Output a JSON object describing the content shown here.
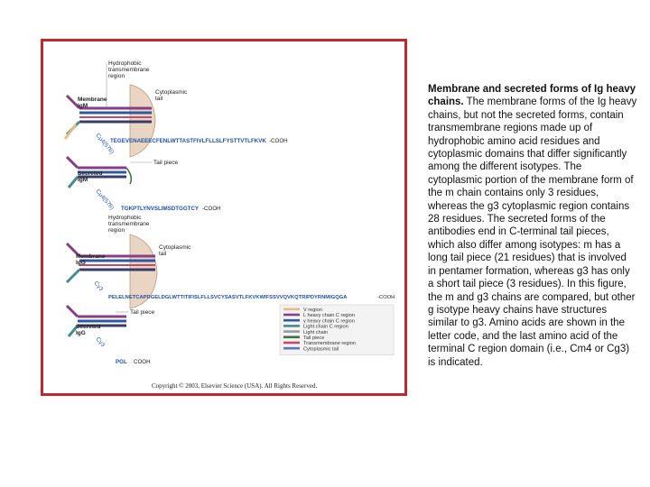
{
  "caption": {
    "title": "Membrane and secreted forms of Ig heavy chains.",
    "body": " The membrane forms of the Ig heavy chains, but not the secreted forms, contain transmembrane regions made up of hydrophobic amino acid residues and cytoplasmic domains that differ significantly among the different isotypes. The cytoplasmic portion of the membrane form of the m chain contains only 3 residues, whereas the g3 cytoplasmic region contains 28 residues. The secreted forms of the antibodies end in C-terminal tail pieces, which also differ among isotypes: m has a long tail piece (21 residues) that is involved in pentamer formation, whereas g3 has only a short tail piece (3 residues). In this figure, the m and g3 chains are compared, but other g isotype heavy chains have structures similar to g3. Amino acids are shown in the letter code, and the last amino acid of the terminal C region domain (i.e., Cm4 or Cg3) is indicated."
  },
  "figure": {
    "copyright": "Copyright © 2003, Elsevier Science (USA). All Rights Reserved.",
    "panel1": {
      "label1": "Membrane",
      "label2": "IgM",
      "top1": "Hydrophobic",
      "top2": "transmembrane",
      "top3": "region",
      "cyto1": "Cytoplasmic",
      "cyto2": "tail",
      "domain": "Cμ4(576)",
      "seq": "TEGEVENAEEECFENLWTTASTFIVLFLLSLFYSTTVTLFKVK",
      "cooh": "-COOH"
    },
    "panel2": {
      "label1": "Secreted",
      "label2": "IgM",
      "tail": "Tail piece",
      "domain": "Cμ4(576)",
      "seq": "TGKPTLYNVSLIMSDTGGTCY",
      "cooh": "-COOH"
    },
    "panel3": {
      "label1": "Membrane",
      "label2": "IgG",
      "top1": "Hydrophobic",
      "top2": "transmembrane",
      "top3": "region",
      "cyto1": "Cytoplasmic",
      "cyto2": "tail",
      "domain": "Cγ3",
      "seq1": "PELELNETCAPDGELDGLWTTITIFISLFLLSVCYSASVTLFKVKWIFSSVVQVKQTRIPDYRNMIGQGA",
      "cooh": "-COOH"
    },
    "panel4": {
      "label1": "Secreted",
      "label2": "IgG",
      "tail": "Tail piece",
      "domain": "Cγ3",
      "seq": "PGL",
      "cooh": "COOH"
    },
    "legend": [
      {
        "label": "V region",
        "color": "#e7b98d"
      },
      {
        "label": "L heavy chain C region",
        "color": "#8a3d86"
      },
      {
        "label": "γ heavy chain C region",
        "color": "#2c5aa0"
      },
      {
        "label": "Light chain C region",
        "color": "#4a8a8a"
      },
      {
        "label": "Light chain",
        "color": "#9a9a9a"
      },
      {
        "label": "Tail piece",
        "color": "#3b6f3b"
      },
      {
        "label": "Transmembrane region",
        "color": "#c04a6a"
      },
      {
        "label": "Cytoplasmic tail",
        "color": "#5a78c0"
      }
    ],
    "colors": {
      "frame": "#c0282d",
      "heavy_m": "#8a3d86",
      "heavy_g": "#2c5aa0",
      "light": "#4a8a8a",
      "membrane": "#e9d5c2",
      "seq_blue": "#1f4fa6",
      "seq_red": "#c0282d"
    }
  }
}
